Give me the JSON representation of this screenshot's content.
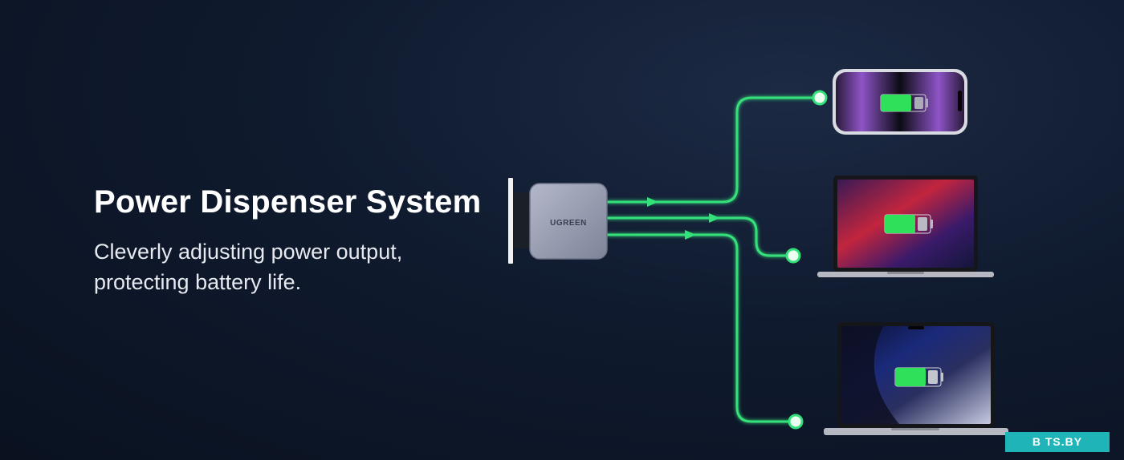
{
  "banner": {
    "headline": "Power Dispenser System",
    "subline_lines": [
      "Cleverly adjusting power output,",
      "protecting battery life."
    ]
  },
  "charger": {
    "brand": "UGREEN",
    "body_color": "#9aa0b4",
    "prong_color": "#1b1f27"
  },
  "devices": [
    {
      "kind": "phone",
      "icon": "smartphone-icon"
    },
    {
      "kind": "laptop",
      "icon": "laptop-icon"
    },
    {
      "kind": "laptop",
      "icon": "laptop-icon"
    }
  ],
  "colors": {
    "cable": "#34e07a",
    "battery_fill": "#2ee05a",
    "watermark_bg": "#1fb5b8"
  },
  "watermark": {
    "text": "B TS.BY"
  }
}
